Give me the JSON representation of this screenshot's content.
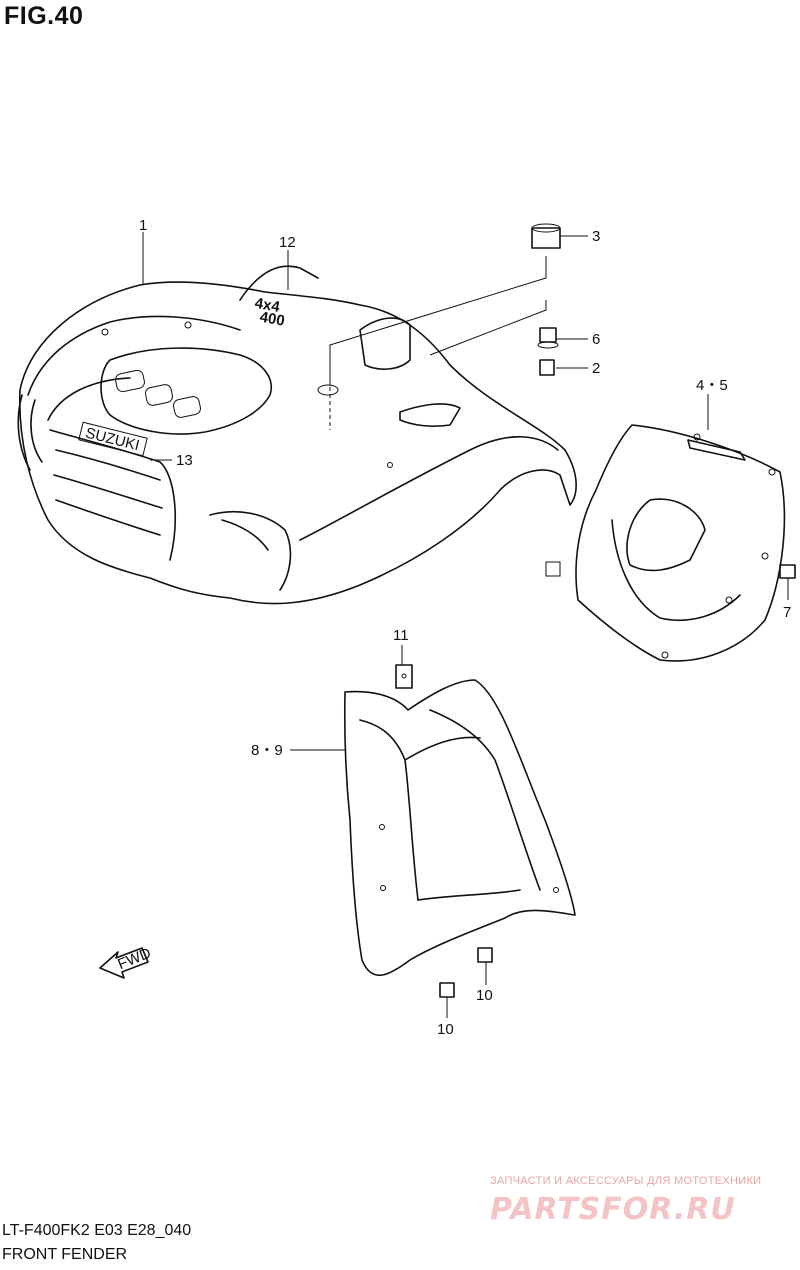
{
  "figure": {
    "title": "FIG.40"
  },
  "footer": {
    "model_code": "LT-F400FK2 E03 E28_040",
    "section_name": "FRONT FENDER"
  },
  "watermark": {
    "tagline": "ЗАПЧАСТИ И АКСЕССУАРЫ ДЛЯ МОТОТЕХНИКИ",
    "logo_text": "PARTSFOR.RU"
  },
  "callouts": {
    "c1": "1",
    "c2": "2",
    "c3": "3",
    "c4_5": "4・5",
    "c6": "6",
    "c7": "7",
    "c8_9": "8・9",
    "c10a": "10",
    "c10b": "10",
    "c11": "11",
    "c12": "12",
    "c13": "13"
  },
  "fender_badges": {
    "brand": "SUZUKI",
    "emblem_top": "4x4",
    "emblem_bottom": "400"
  },
  "direction_arrow": {
    "label": "FWD"
  },
  "colors": {
    "line": "#111111",
    "watermark": "#f4c4c4"
  }
}
